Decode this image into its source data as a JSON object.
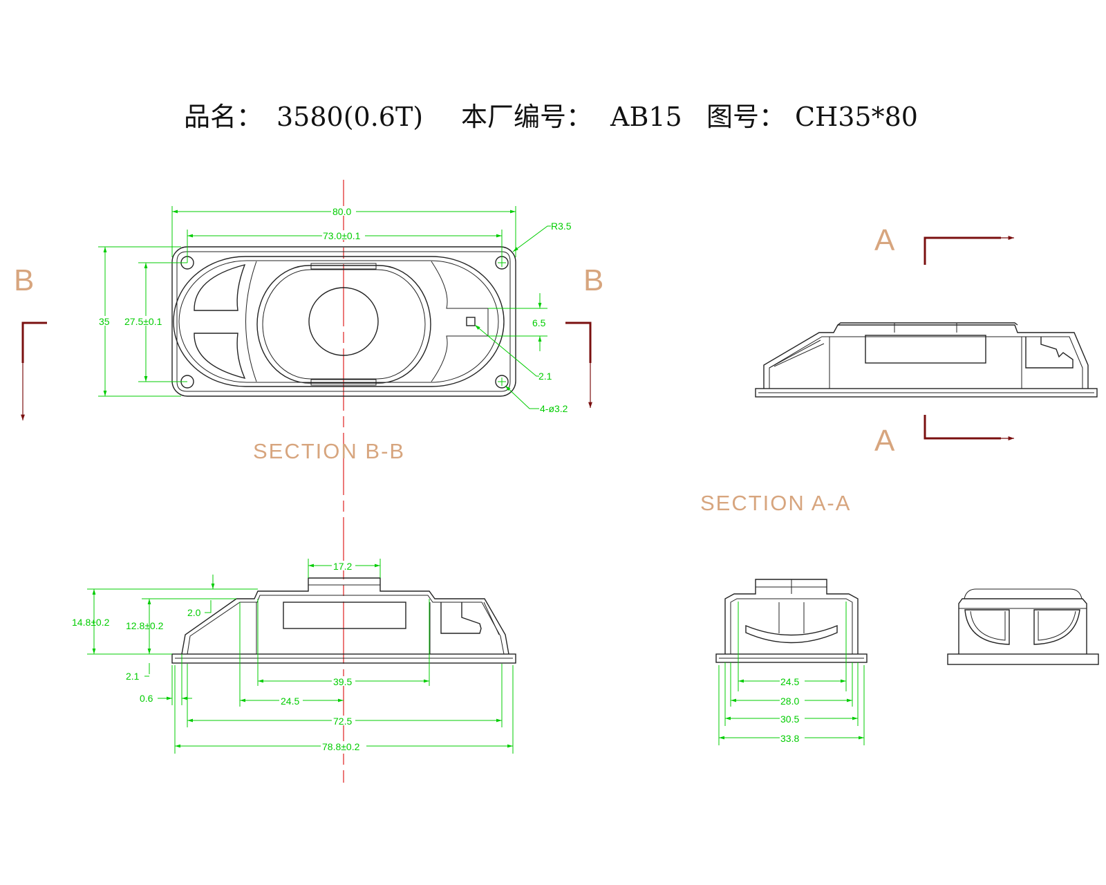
{
  "title": {
    "product_label": "品名：",
    "product_value": "3580(0.6T)",
    "factory_label": "本厂编号：",
    "factory_value": "AB15",
    "drawing_label": "图号：",
    "drawing_value": "CH35*80"
  },
  "views": {
    "section_bb": "SECTION  B-B",
    "section_aa": "SECTION  A-A",
    "cut_b_left": "B",
    "cut_b_right": "B",
    "cut_a_top": "A",
    "cut_a_bottom": "A"
  },
  "top_view_dims": {
    "overall_length": "80.0",
    "hole_spacing_long": "73.0±0.1",
    "corner_radius": "R3.5",
    "overall_width": "35",
    "hole_spacing_short": "27.5±0.1",
    "terminal_width": "6.5",
    "terminal_size": "2.1",
    "mounting_holes": "4-ø3.2"
  },
  "side_view_dims": {
    "magnet_width": "17.2",
    "total_height": "14.8±0.2",
    "frame_height": "12.8±0.2",
    "rim_offset": "2.0",
    "flange_thickness": "2.1",
    "flange_gap": "0.6",
    "inner_span": "39.5",
    "half_span": "24.5",
    "hole_span": "72.5",
    "outer_length": "78.8±0.2"
  },
  "end_view_dims": {
    "inner_width": "24.5",
    "cavity_width": "28.0",
    "frame_width": "30.5",
    "overall_width": "33.8"
  },
  "colors": {
    "outline": "#222222",
    "dimension": "#00cc00",
    "centerline": "#e02020",
    "section_label": "#d7a57e",
    "cut_marker": "#7a0f0f"
  }
}
